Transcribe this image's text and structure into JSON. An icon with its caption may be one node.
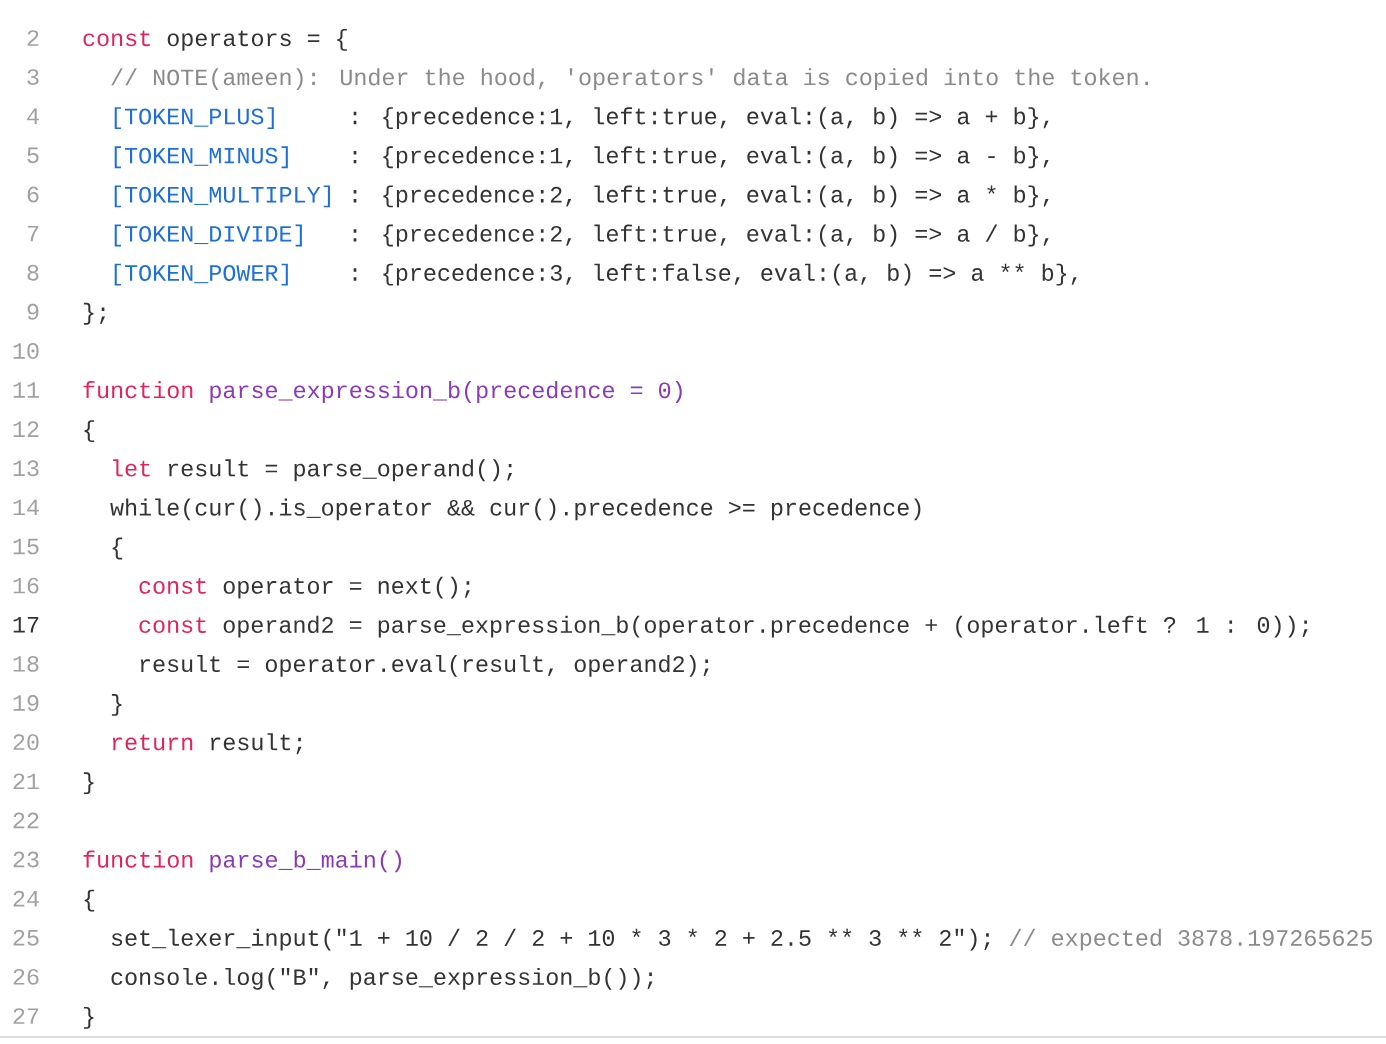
{
  "diagram": {
    "labels": [
      "2",
      "const",
      "operators = {",
      "3",
      "// NOTE(ameen): Under the hood, 'operators' data is copied into the token.",
      "4",
      "[TOKEN_PLUS]",
      ": {precedence:1, left:true, eval:(a, b) => a + b},",
      "5",
      "[TOKEN_MINUS]",
      ": {precedence:1, left:true, eval:(a, b) => a - b},",
      "6",
      "[TOKEN_MULTIPLY]",
      ": {precedence:2, left:true, eval:(a, b) => a * b},",
      "7",
      "[TOKEN_DIVIDE]",
      ": {precedence:2, left:true, eval:(a, b) => a / b},",
      "8",
      "[TOKEN_POWER]",
      ": {precedence:3, left:false, eval:(a, b) => a ** b},",
      "9",
      "};",
      "10",
      "11",
      "function",
      "parse_expression_b(precedence = 0)",
      "12",
      "{",
      "13",
      "let",
      "result = parse_operand();",
      "14",
      "while(cur().is_operator && cur().precedence >= precedence)",
      "15",
      "{",
      "16",
      "const",
      "operator = next();",
      "17",
      "const",
      "operand2 = parse_expression_b(operator.precedence + (operator.left ? 1 : 0));",
      "18",
      "result = operator.eval(result, operand2);",
      "19",
      "}",
      "20",
      "return",
      "result;",
      "21",
      "}",
      "22",
      "23",
      "function",
      "parse_b_main()",
      "24",
      "{",
      "25",
      "set_lexer_input(\"1 + 10 / 2 / 2 + 10 *",
      "3 *",
      "2 + 2.5 **",
      "3 **",
      "2\");",
      "// expected 3878.197265625",
      "26",
      "console.log(\"B\", parse_expression_b());",
      "27",
      "}"
    ]
  }
}
